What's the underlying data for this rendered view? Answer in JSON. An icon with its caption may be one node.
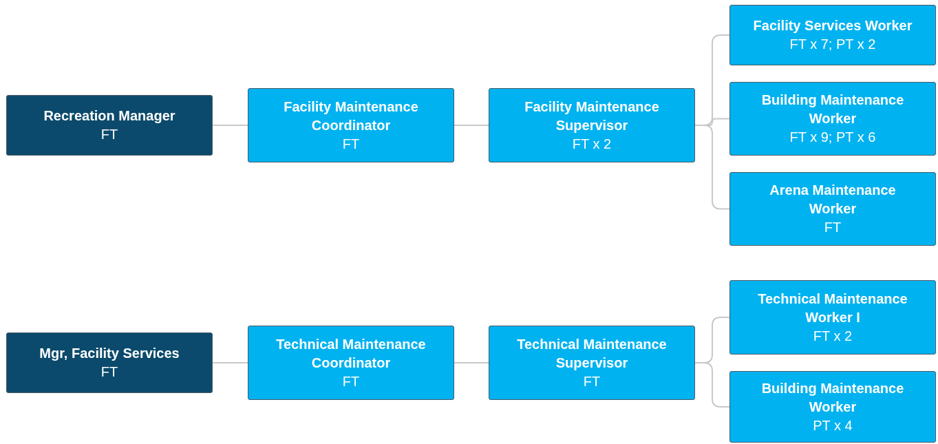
{
  "diagram": {
    "nodes": [
      {
        "text": [
          "Recreation Manager",
          "FT"
        ]
      },
      {
        "text": [
          "Facility Maintenance Coordinator",
          "FT"
        ]
      },
      {
        "text": [
          "Facility Maintenance Supervisor",
          "FT x 2"
        ]
      },
      {
        "text": [
          "Facility Services Worker",
          "FT x 7; PT x 2"
        ]
      },
      {
        "text": [
          "Building Maintenance Worker",
          "FT x 9; PT x 6"
        ]
      },
      {
        "text": [
          "Arena Maintenance Worker",
          "FT"
        ]
      },
      {
        "text": [
          "Mgr, Facility Services",
          "FT"
        ]
      },
      {
        "text": [
          "Technical Maintenance Coordinator",
          "FT"
        ]
      },
      {
        "text": [
          "Technical Maintenance Supervisor",
          "FT"
        ]
      },
      {
        "text": [
          "Technical Maintenance Worker I",
          "FT x 2"
        ]
      },
      {
        "text": [
          "Building Maintenance Worker",
          "PT x 4"
        ]
      }
    ],
    "edges": [
      {
        "from": 0,
        "to": 1,
        "arrow": "none"
      },
      {
        "from": 1,
        "to": 2,
        "arrow": "none"
      },
      {
        "from": 2,
        "to": 3,
        "arrow": "none"
      },
      {
        "from": 2,
        "to": 4,
        "arrow": "none"
      },
      {
        "from": 2,
        "to": 5,
        "arrow": "none"
      },
      {
        "from": 6,
        "to": 7,
        "arrow": "none"
      },
      {
        "from": 7,
        "to": 8,
        "arrow": "none"
      },
      {
        "from": 8,
        "to": 9,
        "arrow": "none"
      },
      {
        "from": 8,
        "to": 10,
        "arrow": "none"
      }
    ]
  }
}
